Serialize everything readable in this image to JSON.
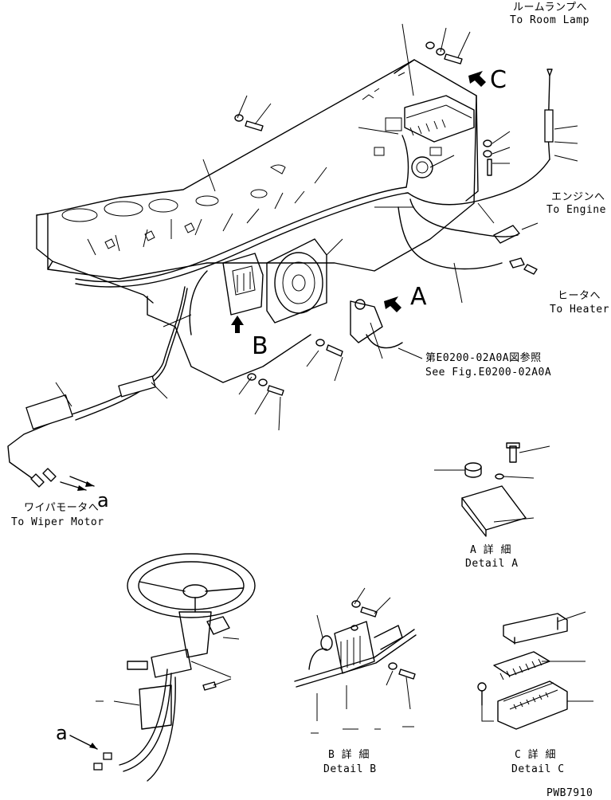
{
  "labels": {
    "room_lamp_jp": "ルームランプへ",
    "room_lamp_en": "To Room Lamp",
    "view_c": "C",
    "view_a": "A",
    "view_b": "B",
    "engine_jp": "エンジンへ",
    "engine_en": "To Engine",
    "heater_jp": "ヒータへ",
    "heater_en": "To Heater",
    "see_fig_jp": "第E0200-02A0A図参照",
    "see_fig_en": "See Fig.E0200-02A0A",
    "wiper_jp": "ワイパモータへ",
    "wiper_en": "To Wiper Motor",
    "point_a_top": "a",
    "point_a_bottom": "a",
    "detail_a_jp": "A 詳 細",
    "detail_a_en": "Detail A",
    "detail_b_jp": "B 詳 細",
    "detail_b_en": "Detail B",
    "detail_c_jp": "C 詳 細",
    "detail_c_en": "Detail C",
    "drawing_no": "PWB7910"
  }
}
